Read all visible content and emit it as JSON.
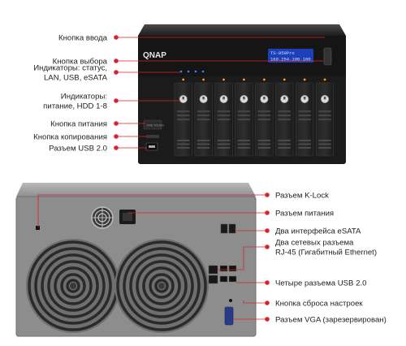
{
  "front_labels": [
    {
      "lines": [
        "Кнопка ввода"
      ]
    },
    {
      "lines": [
        "Кнопка выбора"
      ]
    },
    {
      "lines": [
        "Индикаторы: статус,",
        "LAN, USB, eSATA"
      ]
    },
    {
      "lines": [
        "Индикаторы:",
        "питание, HDD 1-8"
      ]
    },
    {
      "lines": [
        "Кнопка питания"
      ]
    },
    {
      "lines": [
        "Кнопка копирования"
      ]
    },
    {
      "lines": [
        "Разъем USB 2.0"
      ]
    }
  ],
  "rear_labels": [
    {
      "lines": [
        "Разъем K-Lock"
      ]
    },
    {
      "lines": [
        "Разъем питания"
      ]
    },
    {
      "lines": [
        "Два интерфейса eSATA"
      ]
    },
    {
      "lines": [
        "Два сетевых разъема",
        "RJ-45 (Гигабитный Ethernet)"
      ]
    },
    {
      "lines": [
        "Четыре разъема USB 2.0"
      ]
    },
    {
      "lines": [
        "Кнопка сброса настроек"
      ]
    },
    {
      "lines": [
        "Разъем VGA (зарезервирован)"
      ]
    }
  ],
  "device": {
    "brand": "QNAP",
    "lcd_line1": "TS-859Pro",
    "lcd_line2": "169.254.100.100",
    "copy_button_text": "ONE TOUCH",
    "drive_bay_count": 8
  },
  "colors": {
    "accent": "#d8232a",
    "lcd_bg": "#1d3fb8",
    "lcd_text": "#cfe0ff",
    "chassis_front": "#1b1b1b",
    "chassis_rear": "#8d8d8d",
    "led_blue": "#4a7dff",
    "led_orange": "#ff9d2a"
  }
}
